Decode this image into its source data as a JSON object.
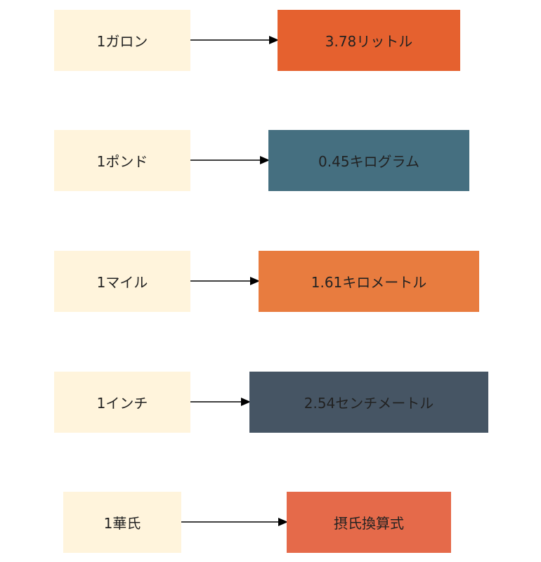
{
  "rows": [
    {
      "from": "1ガロン",
      "to": "3.78リットル",
      "to_color": "#e5612f"
    },
    {
      "from": "1ポンド",
      "to": "0.45キログラム",
      "to_color": "#456f80"
    },
    {
      "from": "1マイル",
      "to": "1.61キロメートル",
      "to_color": "#e87c3f"
    },
    {
      "from": "1インチ",
      "to": "2.54センチメートル",
      "to_color": "#465564"
    },
    {
      "from": "1華氏",
      "to": "摂氏換算式",
      "to_color": "#e56a4a"
    }
  ],
  "colors": {
    "source_box": "#fff4dc",
    "arrow": "#000000"
  }
}
